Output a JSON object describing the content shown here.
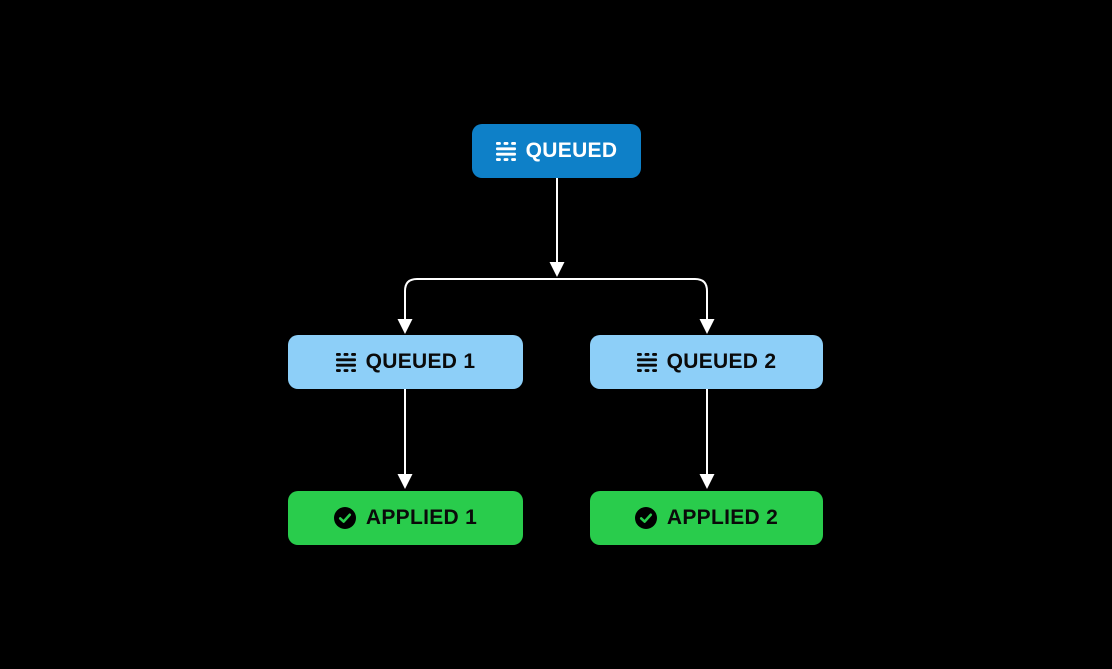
{
  "canvas": {
    "background": "#000000",
    "edge_color": "#ffffff"
  },
  "nodes": [
    {
      "id": "queued",
      "label": "QUEUED",
      "icon": "queue-icon",
      "bg": "#0e80c8",
      "text_color": "#ffffff"
    },
    {
      "id": "queued-1",
      "label": "QUEUED 1",
      "icon": "queue-icon",
      "bg": "#8dcff8",
      "text_color": "#0a0a0a"
    },
    {
      "id": "queued-2",
      "label": "QUEUED 2",
      "icon": "queue-icon",
      "bg": "#8dcff8",
      "text_color": "#0a0a0a"
    },
    {
      "id": "applied-1",
      "label": "APPLIED 1",
      "icon": "check-circle-icon",
      "bg": "#29cc4c",
      "text_color": "#0a0a0a"
    },
    {
      "id": "applied-2",
      "label": "APPLIED 2",
      "icon": "check-circle-icon",
      "bg": "#29cc4c",
      "text_color": "#0a0a0a"
    }
  ],
  "edges": [
    {
      "from": "queued",
      "to": "queued-1"
    },
    {
      "from": "queued",
      "to": "queued-2"
    },
    {
      "from": "queued-1",
      "to": "applied-1"
    },
    {
      "from": "queued-2",
      "to": "applied-2"
    }
  ]
}
